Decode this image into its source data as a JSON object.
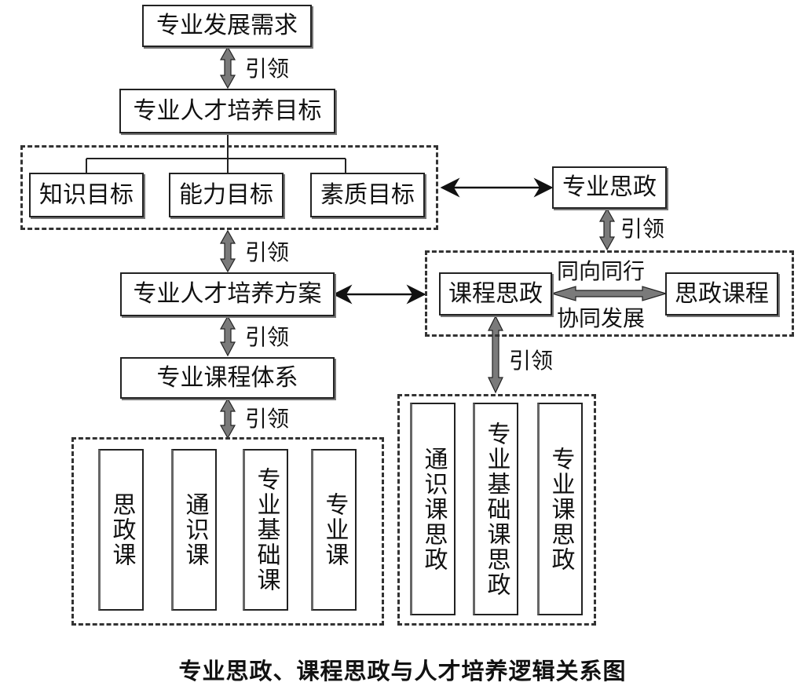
{
  "diagram": {
    "title": "专业思政、课程思政与人才培养逻辑关系图",
    "nodes": {
      "demand": "专业发展需求",
      "goal": "专业人才培养目标",
      "knowledge": "知识目标",
      "ability": "能力目标",
      "quality": "素质目标",
      "major_ideology": "专业思政",
      "plan": "专业人才培养方案",
      "course_ideology": "课程思政",
      "ideology_course": "思政课程",
      "curriculum": "专业课程体系"
    },
    "edge_labels": {
      "lead": "引领",
      "same_direction": "同向同行",
      "synergy": "协同发展"
    },
    "course_types": [
      "思政课",
      "通识课",
      "专业基础课",
      "专业课"
    ],
    "course_ideology_types": [
      "通识课思政",
      "专业基础课思政",
      "专业课思政"
    ],
    "colors": {
      "line": "#222222",
      "thick_arrow_fill": "#7a7a7a",
      "dash_border": "#333333"
    }
  }
}
